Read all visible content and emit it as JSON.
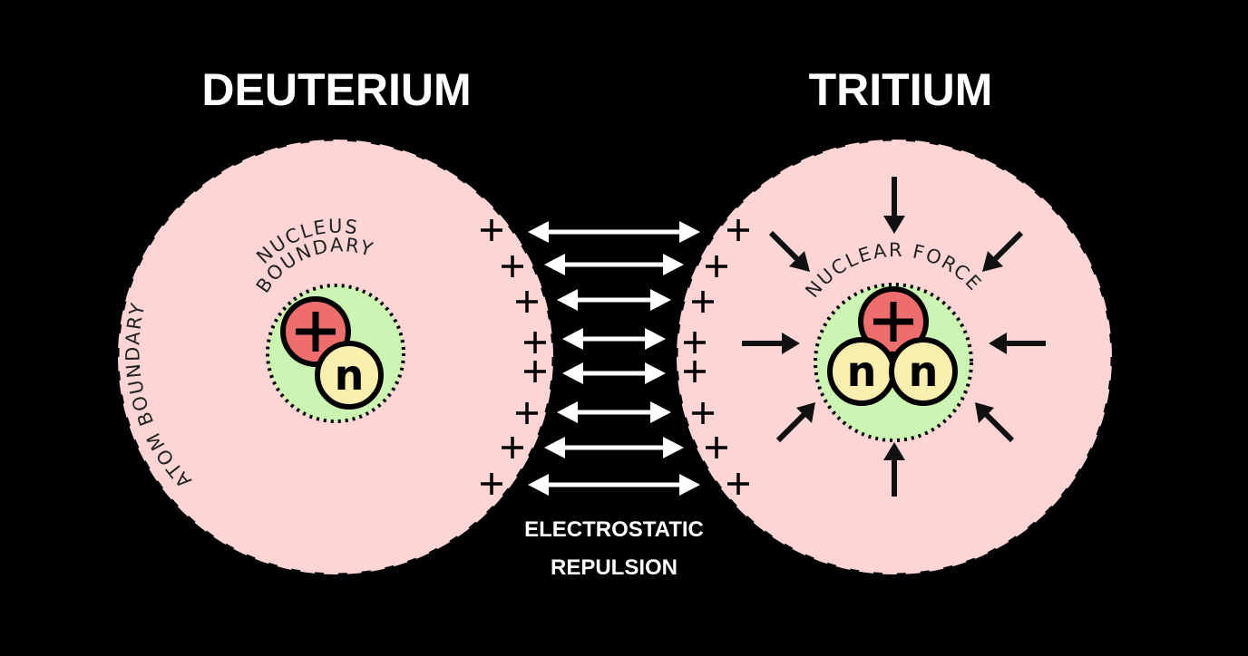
{
  "titles": {
    "left": "DEUTERIUM",
    "right": "TRITIUM"
  },
  "labels": {
    "atom_boundary": "ATOM BOUNDARY",
    "nucleus_word": "NUCLEUS",
    "boundary_word": "BOUNDARY",
    "nuclear_force": "NUCLEAR FORCE",
    "repulsion_line1": "ELECTROSTATIC",
    "repulsion_line2": "REPULSION"
  },
  "particles": {
    "proton_symbol": "+",
    "neutron_symbol": "n"
  },
  "colors": {
    "background": "#000000",
    "atom_fill": "#fdd5d5",
    "nucleus_fill": "#ccf5b4",
    "proton_fill": "#ee6e6e",
    "neutron_fill": "#fbefb0",
    "arrow": "#ffffff",
    "text": "#ffffff"
  }
}
